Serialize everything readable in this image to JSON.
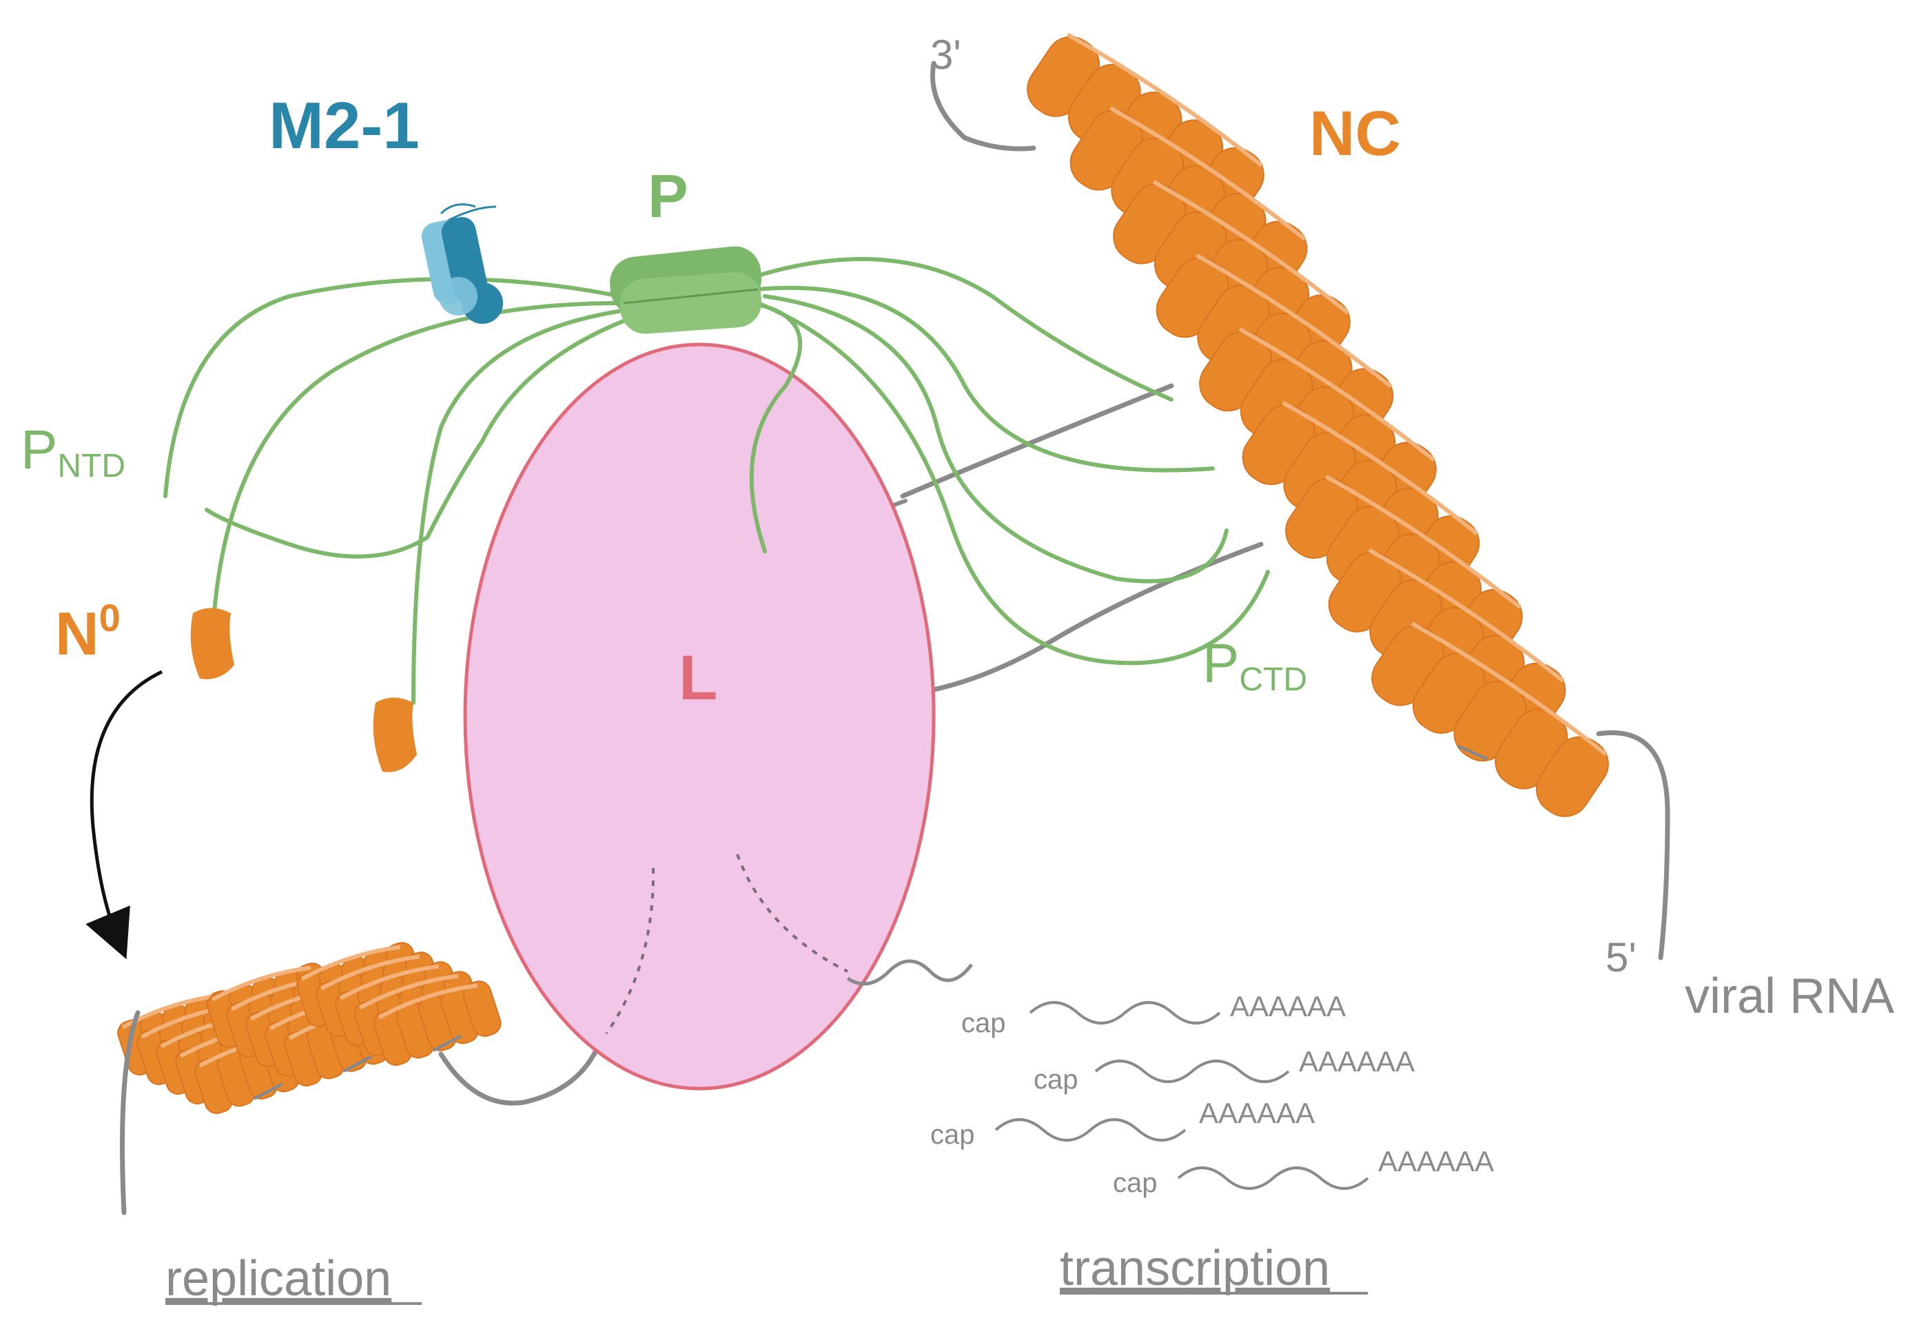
{
  "labels": {
    "m21": "M2-1",
    "p": "P",
    "nc": "NC",
    "l": "L",
    "n0_main": "N",
    "n0_sup": "0",
    "pntd_main": "P",
    "pntd_sub": "NTD",
    "pctd_main": "P",
    "pctd_sub": "CTD",
    "three_prime": "3'",
    "five_prime": "5'",
    "viral_rna": "viral RNA",
    "replication": "replication",
    "transcription": "transcription"
  },
  "transcripts": [
    {
      "cap": "cap",
      "tail": "AAAAAA"
    },
    {
      "cap": "cap",
      "tail": "AAAAAA"
    },
    {
      "cap": "cap",
      "tail": "AAAAAA"
    },
    {
      "cap": "cap",
      "tail": "AAAAAA"
    }
  ],
  "colors": {
    "nucleoprotein": "#e8862a",
    "phosphoprotein": "#7db86a",
    "m21": "#2a86a8",
    "polymerase_fill": "#f2c6e6",
    "polymerase_stroke": "#e06a7a",
    "rna": "#8a8a8a",
    "text_gray": "#8a8a8a"
  },
  "icons": {
    "m21": "m2-1-protein-icon",
    "p": "phosphoprotein-tetramer-icon",
    "n0": "n0-monomer-icon",
    "nc": "nucleocapsid-icon"
  }
}
